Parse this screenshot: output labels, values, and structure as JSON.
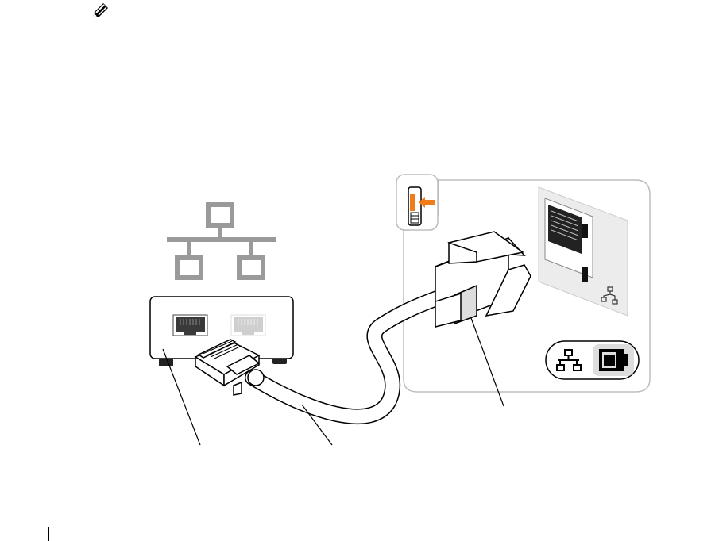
{
  "note": {
    "icon": "pencil-note-icon"
  },
  "figure": {
    "network_icon": "network-symbol-icon",
    "network_device": {
      "ports": [
        "port-active",
        "port-inactive"
      ]
    },
    "cable": "network-cable",
    "computer_connector_panel": {
      "latch_indicator_icon": "orange-arrow-latch-icon",
      "connector_icon": "network-connector-icon",
      "port_badge_icon": "network-port-badge-icon"
    },
    "callout_lines": [
      "callout-network-device",
      "callout-cable",
      "callout-computer-connector"
    ]
  },
  "colors": {
    "accent": "#f07d1a",
    "panel_border": "#bdbdbd",
    "port_gray": "#9a9a9a"
  }
}
